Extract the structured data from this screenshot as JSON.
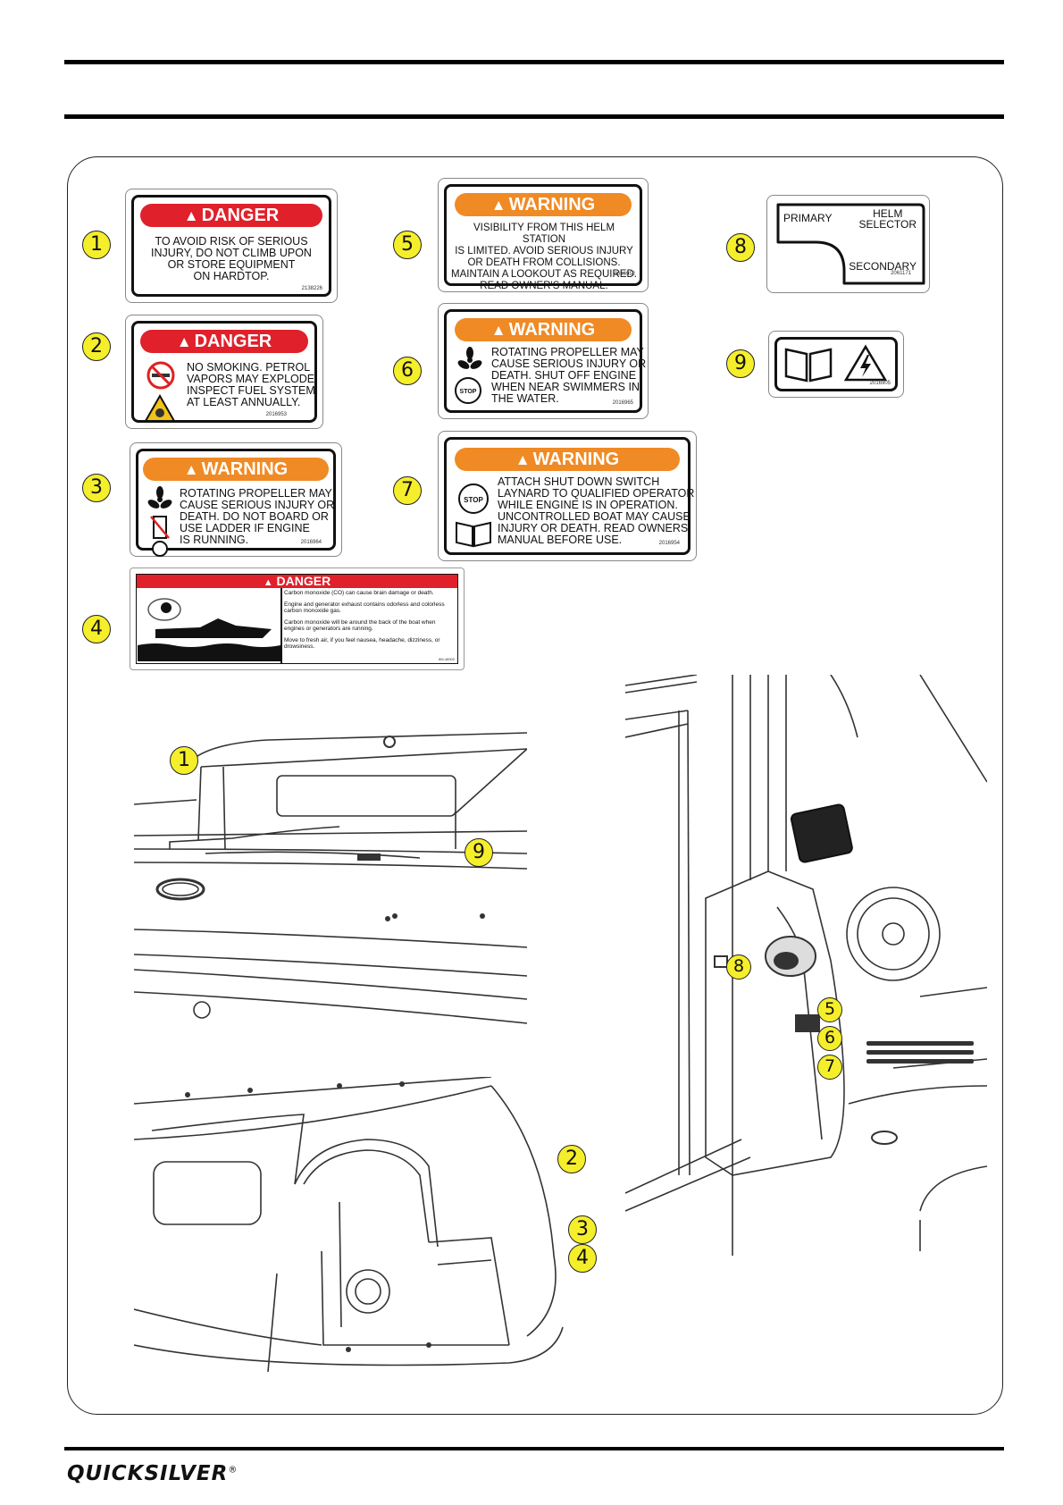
{
  "decals": [
    {
      "num": "1",
      "header": "DANGER",
      "lines": [
        "TO AVOID RISK OF SERIOUS",
        "INJURY, DO NOT CLIMB UPON",
        "OR STORE EQUIPMENT",
        "ON HARDTOP."
      ],
      "code": "2138226"
    },
    {
      "num": "2",
      "header": "DANGER",
      "lines": [
        "NO SMOKING. PETROL",
        "VAPORS MAY EXPLODE.",
        "INSPECT FUEL SYSTEM",
        "AT LEAST ANNUALLY."
      ],
      "code": "2016953"
    },
    {
      "num": "3",
      "header": "WARNING",
      "lines": [
        "ROTATING PROPELLER MAY",
        "CAUSE SERIOUS INJURY OR",
        "DEATH. DO NOT BOARD OR",
        "USE LADDER IF ENGINE",
        "IS RUNNING."
      ],
      "code": "2016964"
    },
    {
      "num": "4",
      "header": "DANGER",
      "lines": [
        "Carbon monoxide (CO) can cause brain damage or death.",
        "Engine and generator exhaust contains odorless and colorless carbon monoxide gas.",
        "Carbon monoxide will be around the back of the boat when engines or generators are running.",
        "Move to fresh air, if you feel nausea, headache, dizziness, or drowsiness."
      ],
      "code": "8M-48900"
    },
    {
      "num": "5",
      "header": "WARNING",
      "lines": [
        "VISIBILITY FROM THIS HELM STATION",
        "IS LIMITED. AVOID SERIOUS INJURY",
        "OR DEATH FROM COLLISIONS.",
        "MAINTAIN A LOOKOUT AS REQUIRED.",
        "READ OWNER'S MANUAL."
      ],
      "code": "2016952"
    },
    {
      "num": "6",
      "header": "WARNING",
      "lines": [
        "ROTATING PROPELLER MAY",
        "CAUSE SERIOUS INJURY OR",
        "DEATH. SHUT OFF ENGINE",
        "WHEN NEAR SWIMMERS IN",
        "THE WATER."
      ],
      "code": "2016965",
      "icon_text": "STOP"
    },
    {
      "num": "7",
      "header": "WARNING",
      "lines": [
        "ATTACH SHUT DOWN SWITCH",
        "LAYNARD TO QUALIFIED OPERATOR",
        "WHILE ENGINE IS IN OPERATION.",
        "UNCONTROLLED BOAT MAY CAUSE",
        "INJURY OR DEATH.  READ OWNERS",
        "MANUAL BEFORE USE."
      ],
      "code": "2016954",
      "icon_text": "STOP"
    },
    {
      "num": "8",
      "texts": {
        "primary": "PRIMARY",
        "helm": "HELM",
        "selector": "SELECTOR",
        "secondary": "SECONDARY"
      },
      "code": "2061171"
    },
    {
      "num": "9",
      "code": "2016905"
    }
  ],
  "callouts": {
    "hardtop": [
      "1",
      "9"
    ],
    "cockpit": [
      "2",
      "3",
      "4"
    ],
    "helm": [
      "8",
      "5",
      "6",
      "7"
    ]
  },
  "footer": {
    "brand": "QUICKSILVER",
    "reg": "®"
  },
  "colors": {
    "danger": "#e0202a",
    "warning": "#f08a24",
    "callout": "#f5ee2b"
  }
}
